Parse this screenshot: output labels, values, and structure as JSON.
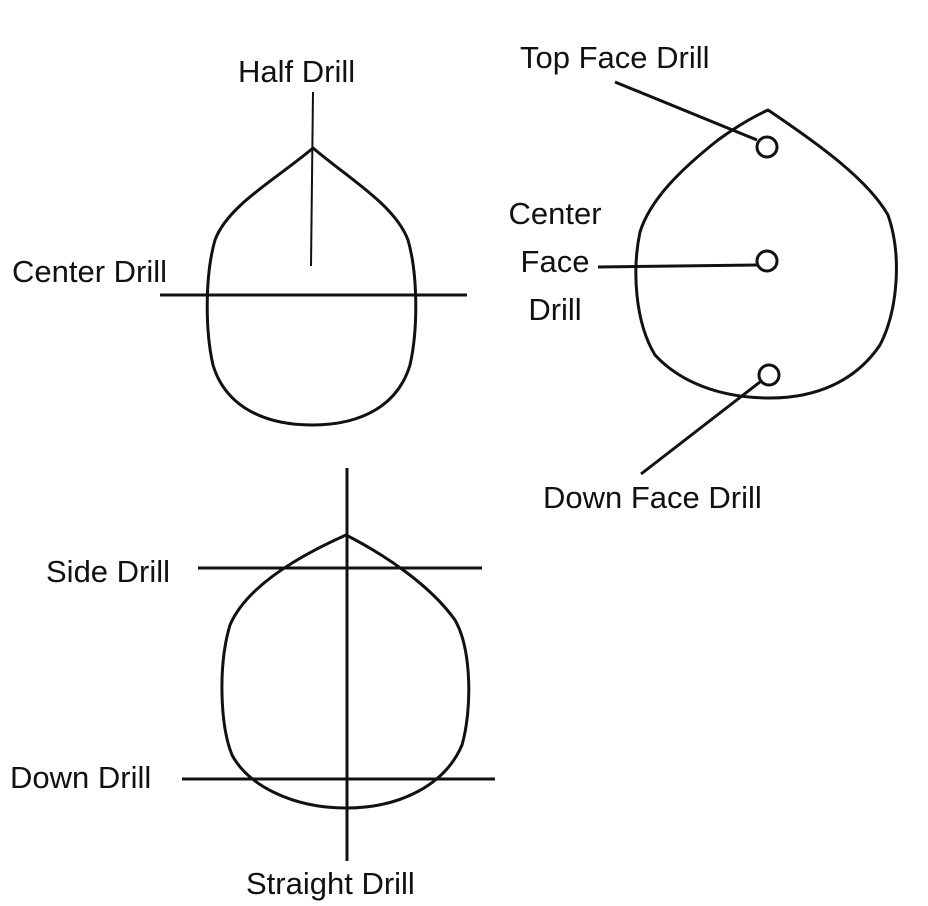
{
  "diagram": {
    "labels": {
      "half_drill": "Half Drill",
      "center_drill": "Center Drill",
      "top_face_drill": "Top Face Drill",
      "center_face_drill_line1": "Center",
      "center_face_drill_line2": "Face",
      "center_face_drill_line3": "Drill",
      "down_face_drill": "Down Face Drill",
      "side_drill": "Side Drill",
      "down_drill": "Down Drill",
      "straight_drill": "Straight Drill"
    }
  }
}
